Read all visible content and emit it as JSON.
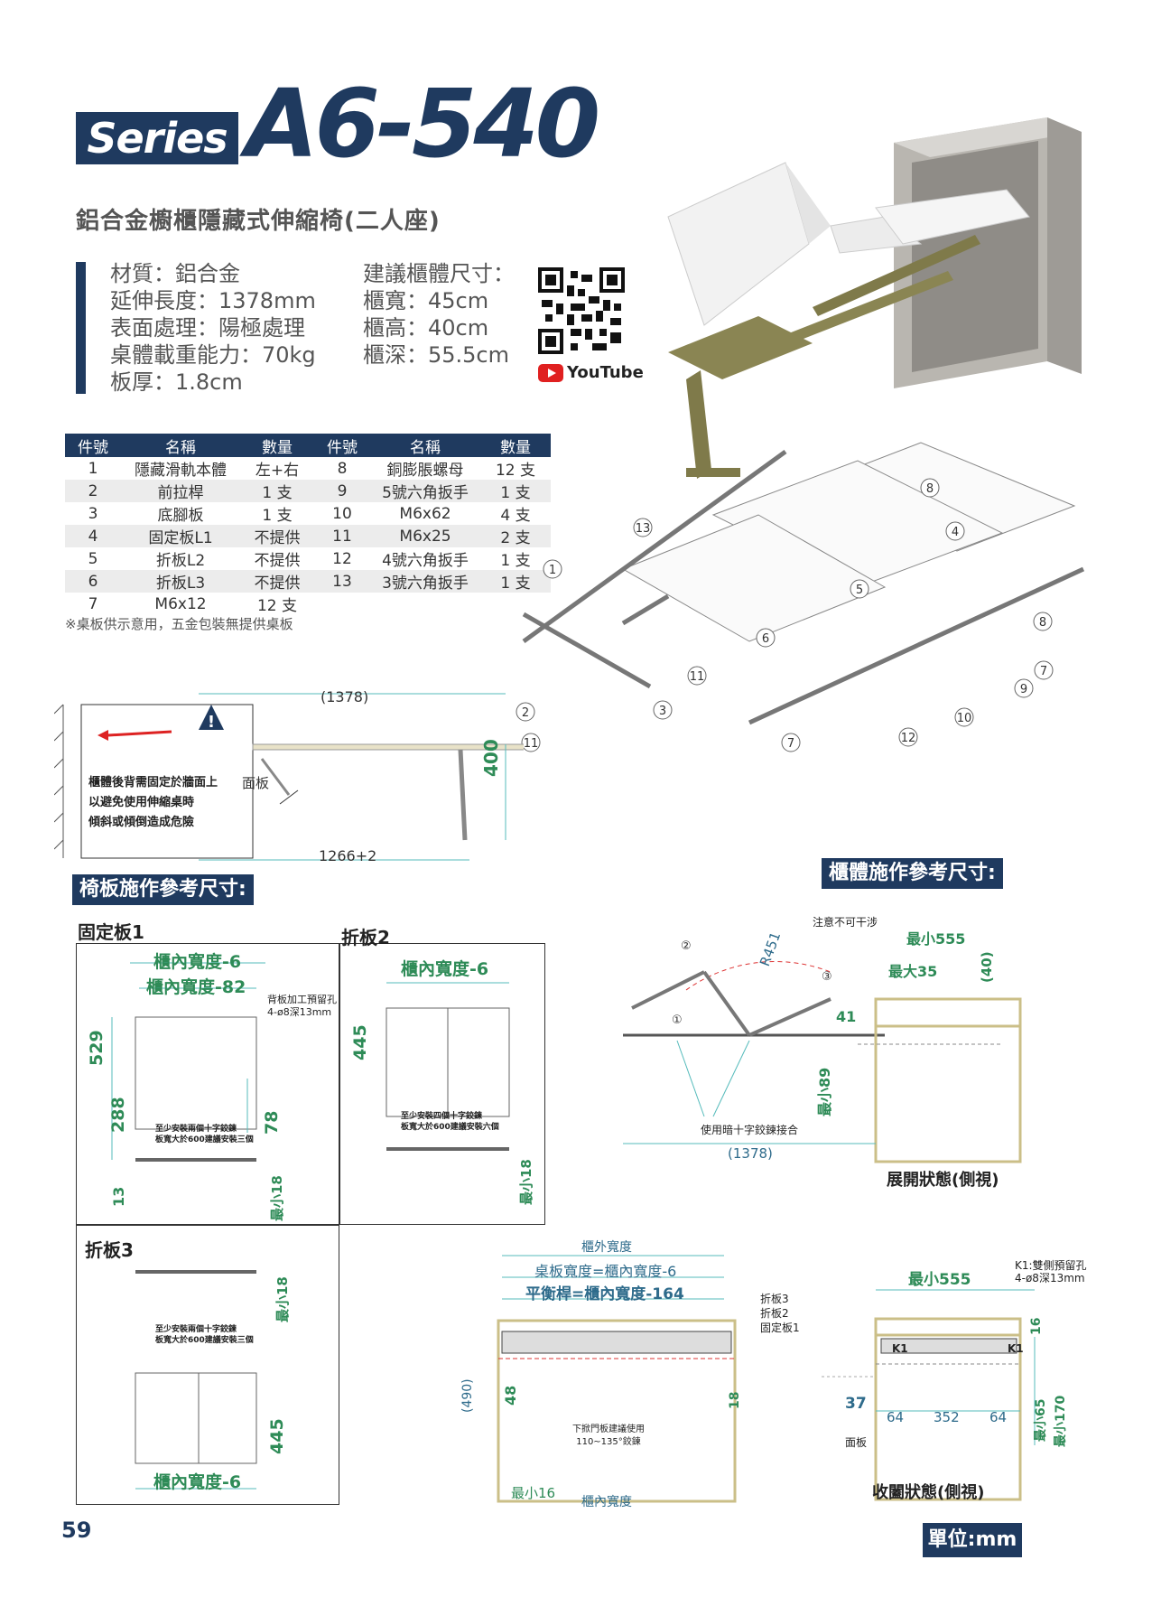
{
  "header": {
    "series_label": "Series",
    "model": "A6-540",
    "subtitle": "鋁合金櫥櫃隱藏式伸縮椅(二人座)"
  },
  "specs": {
    "left": [
      "材質：鋁合金",
      "延伸長度：1378mm",
      "表面處理：陽極處理",
      "桌體載重能力：70kg",
      "板厚：1.8cm"
    ],
    "right": [
      "建議櫃體尺寸：",
      "櫃寬：45cm",
      "櫃高：40cm",
      "櫃深：55.5cm"
    ]
  },
  "youtube_label": "YouTube",
  "parts_table": {
    "headers": [
      "件號",
      "名稱",
      "數量",
      "件號",
      "名稱",
      "數量"
    ],
    "rows": [
      [
        "1",
        "隱藏滑軌本體",
        "左+右",
        "8",
        "銅膨脹螺母",
        "12 支"
      ],
      [
        "2",
        "前拉桿",
        "1 支",
        "9",
        "5號六角扳手",
        "1 支"
      ],
      [
        "3",
        "底腳板",
        "1 支",
        "10",
        "M6x62",
        "4 支"
      ],
      [
        "4",
        "固定板L1",
        "不提供",
        "11",
        "M6x25",
        "2 支"
      ],
      [
        "5",
        "折板L2",
        "不提供",
        "12",
        "4號六角扳手",
        "1 支"
      ],
      [
        "6",
        "折板L3",
        "不提供",
        "13",
        "3號六角扳手",
        "1 支"
      ],
      [
        "7",
        "M6x12",
        "12 支",
        "",
        "",
        ""
      ]
    ],
    "note": "※桌板供示意用，五金包裝無提供桌板"
  },
  "exploded_labels": [
    "1",
    "2",
    "3",
    "4",
    "5",
    "6",
    "7",
    "7",
    "8",
    "8",
    "9",
    "10",
    "11",
    "11",
    "12",
    "13"
  ],
  "side_view": {
    "dim_top": "(1378)",
    "dim_bottom": "1266+2",
    "dim_height": "400",
    "panel_label": "面板",
    "warning_lines": [
      "櫃體後背需固定於牆面上",
      "以避免使用伸縮桌時",
      "傾斜或傾倒造成危險"
    ]
  },
  "sections": {
    "seat_board": "椅板施作參考尺寸:",
    "cabinet": "櫃體施作參考尺寸:"
  },
  "plate1": {
    "title": "固定板1",
    "w1": "櫃內寬度-6",
    "w2": "櫃內寬度-82",
    "hole_note": [
      "背板加工預留孔",
      "4-ø8深13mm"
    ],
    "h_total": "529",
    "h_288": "288",
    "h_78": "78",
    "h_13": "13",
    "min18": "最小18",
    "hinge_note": [
      "至少安裝兩個十字鉸鍊",
      "板寬大於600建議安裝三個"
    ]
  },
  "plate2": {
    "title": "折板2",
    "w": "櫃內寬度-6",
    "h": "445",
    "min18": "最小18",
    "hinge_note": [
      "至少安裝四個十字鉸鍊",
      "板寬大於600建議安裝六個"
    ]
  },
  "plate3": {
    "title": "折板3",
    "w": "櫃內寬度-6",
    "h": "445",
    "min18": "最小18",
    "hinge_note": [
      "至少安裝兩個十字鉸鍊",
      "板寬大於600建議安裝三個"
    ]
  },
  "open_state": {
    "warn": "注意不可干涉",
    "r": "R451",
    "min555": "最小555",
    "max35": "最大35",
    "d40": "(40)",
    "d41": "41",
    "min89": "最小89",
    "hinge": "使用暗十字鉸鍊接合",
    "d1378": "(1378)",
    "caption": "展開狀態(側視)",
    "circled": [
      "①",
      "②",
      "③"
    ]
  },
  "front_view": {
    "outer_w": "櫃外寬度",
    "top_w": "桌板寬度=櫃內寬度-6",
    "bar_w": "平衡桿=櫃內寬度-164",
    "legend": [
      "折板3",
      "折板2",
      "固定板1"
    ],
    "d490": "(490)",
    "d48": "48",
    "d18": "18",
    "door_note": [
      "下掀門板建議使用",
      "110~135°鉸鍊"
    ],
    "min16": "最小16",
    "inner_w": "櫃內寬度"
  },
  "closed_state": {
    "k1_note": [
      "K1:雙側預留孔",
      "4-ø8深13mm"
    ],
    "min555": "最小555",
    "k1": "K1",
    "d16": "16",
    "d37": "37",
    "d64a": "64",
    "d352": "352",
    "d64b": "64",
    "min65": "最小65",
    "min170": "最小170",
    "panel": "面板",
    "caption": "收闔狀態(側視)"
  },
  "page_number": "59",
  "unit_label": "單位:mm"
}
